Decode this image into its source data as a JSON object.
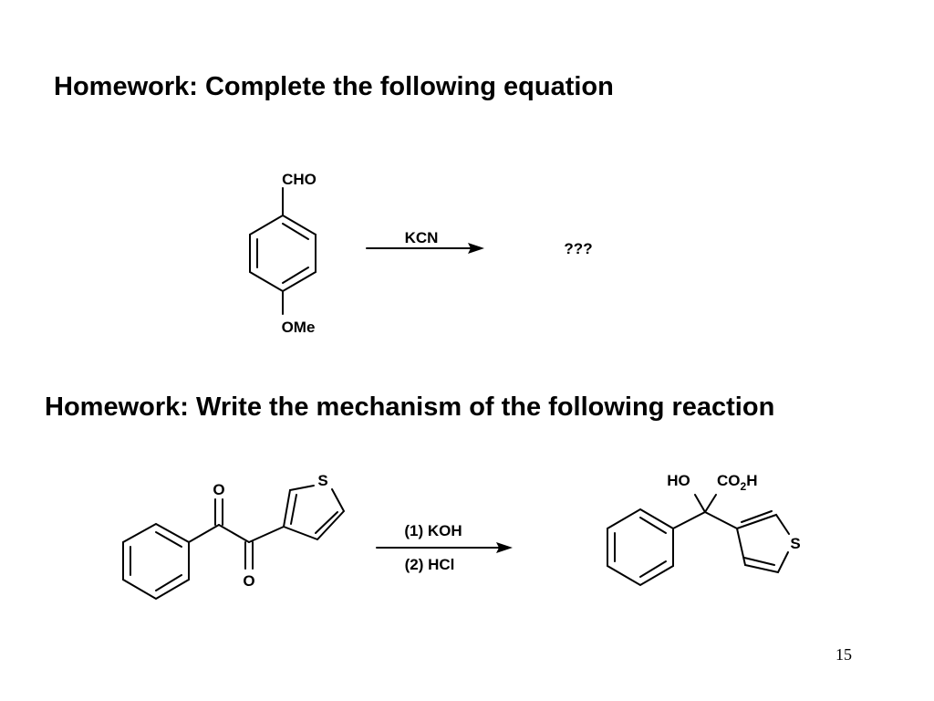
{
  "slide": {
    "heading_1": "Homework: Complete the following equation",
    "heading_2": "Homework: Write the mechanism of the following reaction",
    "page_number": "15"
  },
  "reaction_1": {
    "reactant_top_group": "CHO",
    "reactant_bottom_group": "OMe",
    "reagent": "KCN",
    "product": "???"
  },
  "reaction_2": {
    "reactant_carbonyl_top": "O",
    "reactant_carbonyl_bottom": "O",
    "reactant_sulfur": "S",
    "reagent_step_1": "(1) KOH",
    "reagent_step_2": "(2) HCl",
    "product_ho": "HO",
    "product_co2h_prefix": "CO",
    "product_co2h_subscript": "2",
    "product_co2h_suffix": "H",
    "product_sulfur": "S"
  }
}
